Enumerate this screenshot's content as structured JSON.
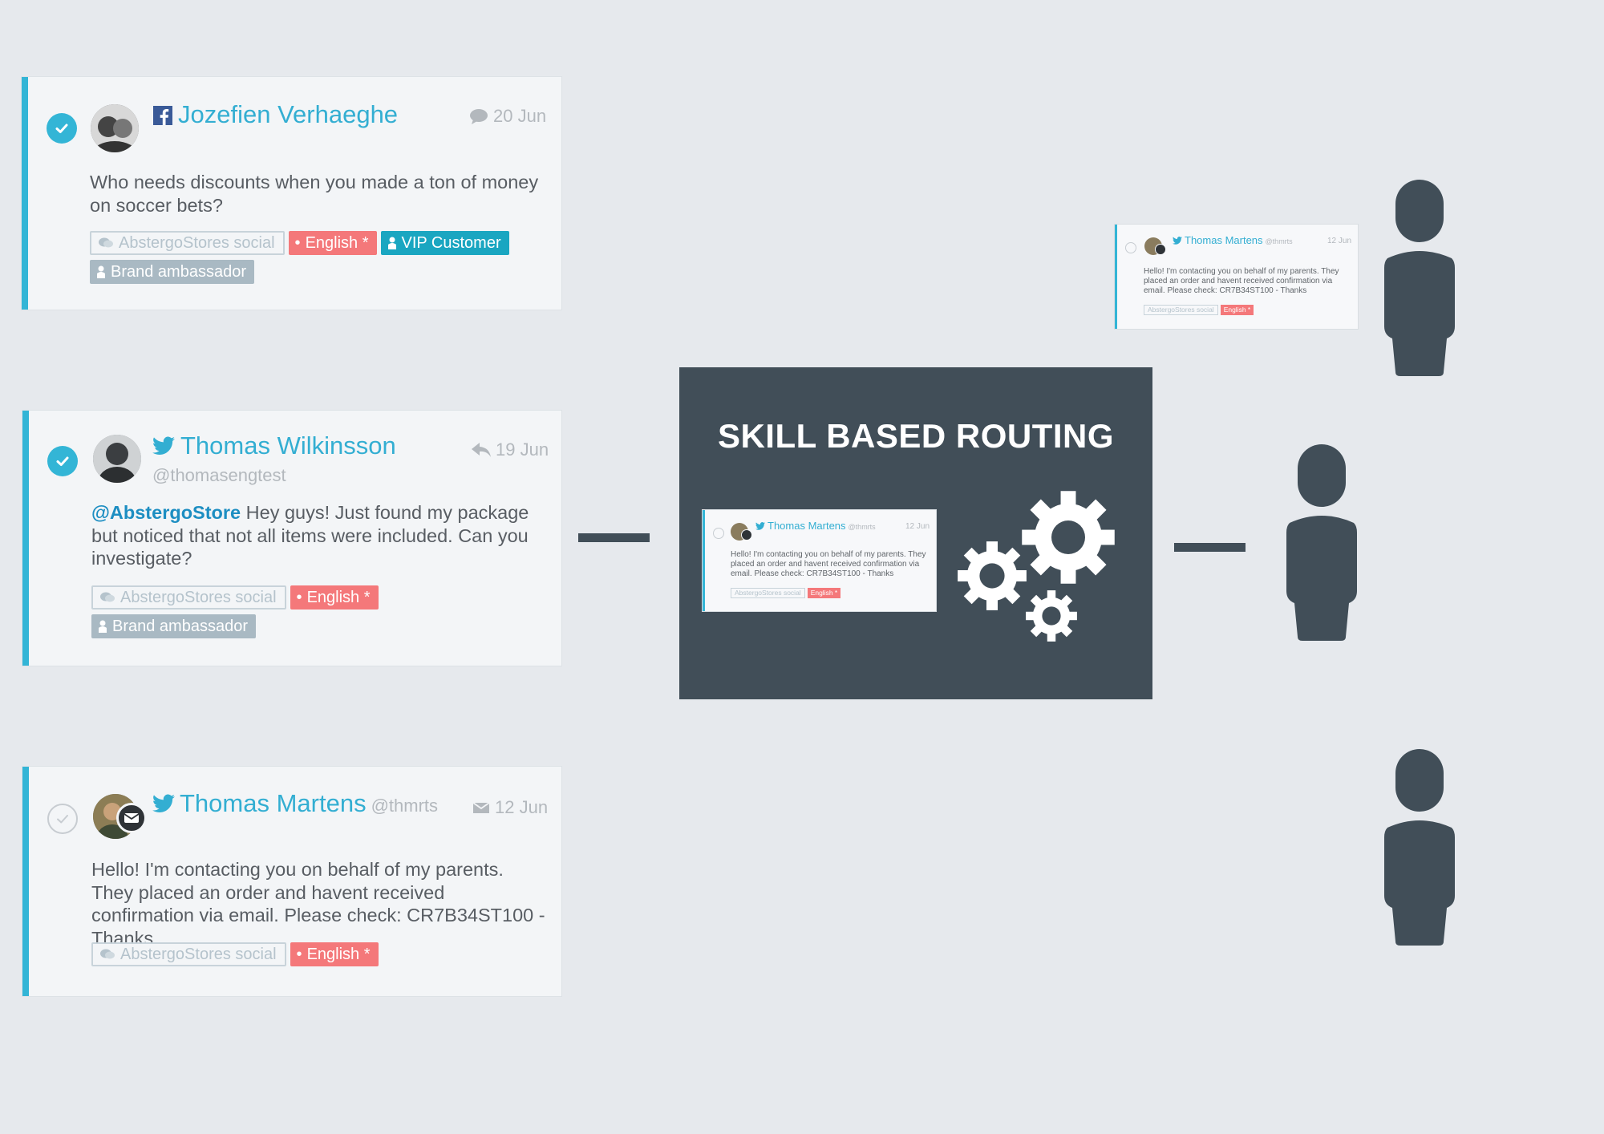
{
  "cards": [
    {
      "channel": "facebook",
      "name": "Jozefien Verhaeghe",
      "handle": "",
      "date": "20 Jun",
      "date_icon": "comment-icon",
      "checked": true,
      "message_mention": "",
      "message": "Who needs discounts when you made a ton of money on soccer bets?",
      "tags": {
        "source": "AbstergoStores social",
        "language": "English *",
        "vip": "VIP Customer",
        "brand": "Brand ambassador"
      }
    },
    {
      "channel": "twitter",
      "name": "Thomas Wilkinsson",
      "handle": "@thomasengtest",
      "date": "19 Jun",
      "date_icon": "reply-icon",
      "checked": true,
      "message_mention": "@AbstergoStore",
      "message": " Hey guys! Just found my package but noticed that not all items were included. Can you investigate?",
      "tags": {
        "source": "AbstergoStores social",
        "language": "English *",
        "brand": "Brand ambassador"
      }
    },
    {
      "channel": "twitter",
      "name": "Thomas Martens",
      "handle": "@thmrts",
      "date": "12 Jun",
      "date_icon": "envelope-icon",
      "checked": false,
      "message_mention": "",
      "message": "Hello! I'm contacting you on behalf of my parents. They placed an order and havent received confirmation via email. Please check: CR7B34ST100 - Thanks",
      "tags": {
        "source": "AbstergoStores social",
        "language": "English *"
      }
    }
  ],
  "mini_card": {
    "name": "Thomas Martens",
    "handle": "@thmrts",
    "date": "12 Jun",
    "message": "Hello! I'm contacting you on behalf of my parents. They placed an order and havent received confirmation via email. Please check: CR7B34ST100 - Thanks",
    "tag_source": "AbstergoStores social",
    "tag_language": "English *"
  },
  "router": {
    "title": "SKILL BASED ROUTING",
    "icon": "gears-icon"
  },
  "agents": [
    "person-icon",
    "person-icon",
    "person-icon"
  ],
  "colors": {
    "background": "#e6e9ed",
    "accent": "#33b5d6",
    "router_bg": "#414e58",
    "language_tag": "#f4787a",
    "vip_tag": "#1aa6c1",
    "brand_tag": "#a9b9c3"
  }
}
